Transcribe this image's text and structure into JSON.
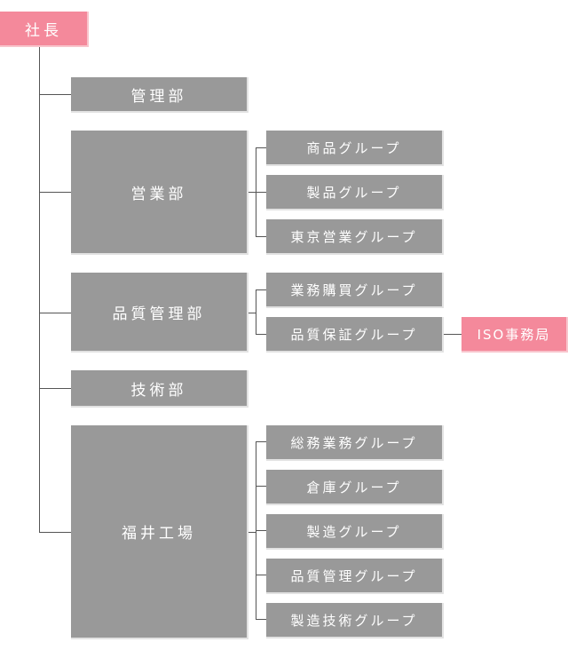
{
  "ceo": "社長",
  "departments": {
    "kanri": "管理部",
    "eigyo": "営業部",
    "hinshitsu_kanri": "品質管理部",
    "gijutsu": "技術部",
    "fukui": "福井工場"
  },
  "groups": {
    "shohin": "商品グループ",
    "seihin": "製品グループ",
    "tokyo_eigyo": "東京営業グループ",
    "gyomu_kobai": "業務購買グループ",
    "hinshitsu_hosho": "品質保証グループ",
    "somu_gyomu": "総務業務グループ",
    "soko": "倉庫グループ",
    "seizo": "製造グループ",
    "hinshitsu_kanri": "品質管理グループ",
    "seizo_gijutsu": "製造技術グループ"
  },
  "iso_office": "ISO事務局",
  "colors": {
    "accent": "#f4899b",
    "box": "#999999",
    "line": "#555555"
  }
}
